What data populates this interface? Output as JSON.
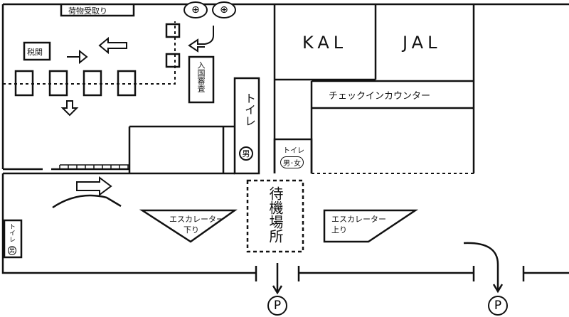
{
  "labels": {
    "baggage_claim": "荷物受取り",
    "customs": "税関",
    "immigration": "入国審査",
    "kal": "KAL",
    "jal": "JAL",
    "checkin": "チェックインカウンター",
    "toilet": "トイレ",
    "male": "男",
    "male_female": "男･女",
    "waiting_area": "待機場所",
    "escalator": "エスカレーター",
    "down": "下り",
    "up": "上り",
    "parking": "P"
  },
  "icons": {
    "arrow": "arrow-icon",
    "parking": "parking-icon",
    "door": "revolving-door-icon"
  }
}
